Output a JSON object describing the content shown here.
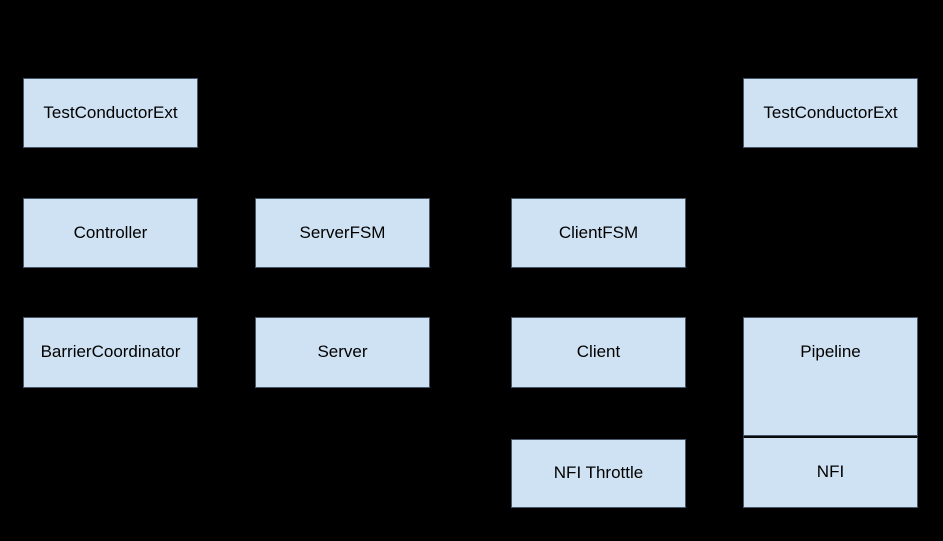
{
  "colors": {
    "background": "#000000",
    "node_fill": "#cfe2f3",
    "node_border": "#46586a",
    "node_text": "#000000",
    "divider": "#0a0a0a"
  },
  "diagram": {
    "type": "component-architecture-diagram",
    "nodes": {
      "test_conductor_ext_left": {
        "label": "TestConductorExt"
      },
      "controller": {
        "label": "Controller"
      },
      "barrier_coordinator": {
        "label": "BarrierCoordinator"
      },
      "server_fsm": {
        "label": "ServerFSM"
      },
      "server": {
        "label": "Server"
      },
      "client_fsm": {
        "label": "ClientFSM"
      },
      "client": {
        "label": "Client"
      },
      "nfi_throttle": {
        "label": "NFI Throttle"
      },
      "test_conductor_ext_right": {
        "label": "TestConductorExt"
      },
      "pipeline": {
        "label": "Pipeline"
      },
      "nfi": {
        "label": "NFI"
      }
    }
  }
}
